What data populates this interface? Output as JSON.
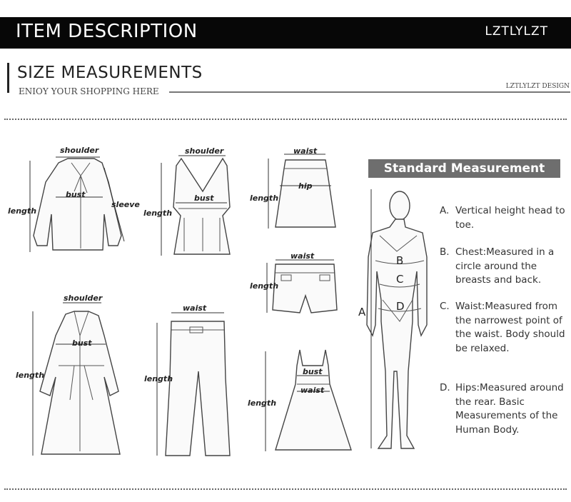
{
  "header": {
    "title": "ITEM DESCRIPTION",
    "brand": "LZTLYLZT"
  },
  "section": {
    "title": "SIZE MEASUREMENTS",
    "subtitle": "ENIOY YOUR SHOPPING HERE",
    "design_tag": "LZTLYLZT DESIGN"
  },
  "garments": {
    "blouse": {
      "shoulder": "shoulder",
      "bust": "bust",
      "length": "length",
      "sleeve": "sleeve"
    },
    "vest": {
      "shoulder": "shoulder",
      "bust": "bust",
      "length": "length"
    },
    "skirt": {
      "waist": "waist",
      "hip": "hip",
      "length": "length"
    },
    "shorts": {
      "waist": "waist",
      "length": "length"
    },
    "coat": {
      "shoulder": "shoulder",
      "bust": "bust",
      "length": "length"
    },
    "pants": {
      "waist": "waist",
      "length": "length"
    },
    "dress": {
      "bust": "bust",
      "waist": "waist",
      "length": "length"
    }
  },
  "standard": {
    "title": "Standard Measurement",
    "figure_labels": {
      "a": "A",
      "b": "B",
      "c": "C",
      "d": "D"
    },
    "items": [
      {
        "letter": "A.",
        "text": "Vertical height head to toe."
      },
      {
        "letter": "B.",
        "text": "Chest:Measured in a circle around the breasts and back."
      },
      {
        "letter": "C.",
        "text": "Waist:Measured from the narrowest point of the waist. Body should be relaxed."
      },
      {
        "letter": "D.",
        "text": "Hips:Measured around the rear. Basic Measurements of the Human Body."
      }
    ]
  }
}
